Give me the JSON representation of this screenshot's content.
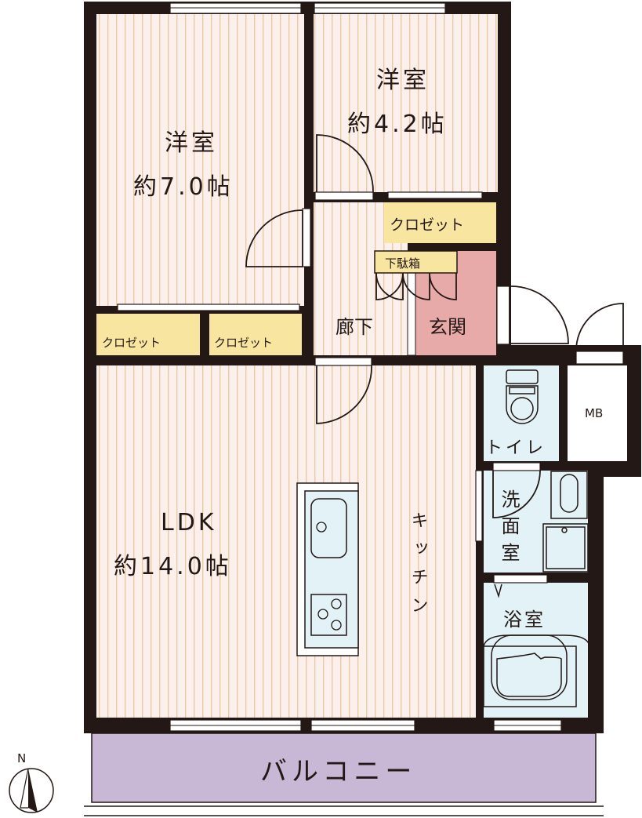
{
  "rooms": {
    "western_large": {
      "name": "洋室",
      "size": "約7.0帖"
    },
    "western_small": {
      "name": "洋室",
      "size": "約4.2帖"
    },
    "ldk": {
      "name": "LDK",
      "size": "約14.0帖"
    },
    "kitchen": {
      "name": "キッチン",
      "chars": [
        "キ",
        "ッ",
        "チ",
        "ン"
      ]
    },
    "closet_1": "クロゼット",
    "closet_2": "クロゼット",
    "closet_3": "クロゼット",
    "shoe_box": "下駄箱",
    "corridor": "廊下",
    "entrance": "玄関",
    "toilet": "トイレ",
    "meter_box": "MB",
    "washroom": {
      "name": "洗面室",
      "chars": [
        "洗",
        "面",
        "室"
      ]
    },
    "bathroom": "浴室",
    "balcony": "バルコニー"
  },
  "compass": {
    "label": "N"
  },
  "colors": {
    "wall": "#231815",
    "floor": "#fcf0ed",
    "floor_line": "#ebc9a2",
    "closet": "#f8e6a0",
    "entrance": "#e8a9a9",
    "wet_area": "#e2f2f6",
    "balcony": "#c8b8d6"
  }
}
